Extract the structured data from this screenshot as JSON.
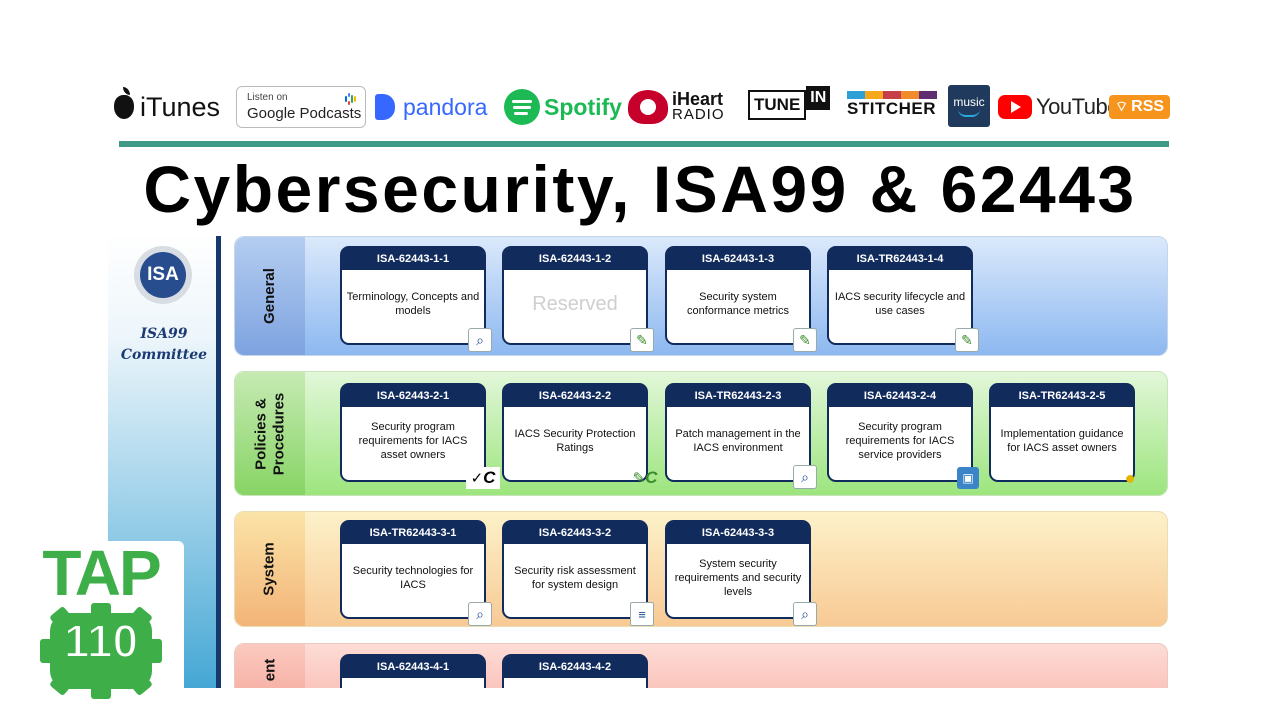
{
  "platforms": {
    "itunes": "iTunes",
    "google_small": "Listen on",
    "google_big": "Google Podcasts",
    "pandora": "pandora",
    "spotify": "Spotify",
    "iheart_top": "iHeart",
    "iheart_bottom": "RADIO",
    "tunein_a": "TUNE",
    "tunein_b": "IN",
    "stitcher": "STITCHER",
    "amazon": "music",
    "youtube": "YouTube",
    "rss": "RSS"
  },
  "colors": {
    "accent_rule": "#3e9985",
    "tap_green": "#3eae49",
    "card_navy": "#102b5c"
  },
  "headline": "Cybersecurity, ISA99 & 62443",
  "committee": {
    "logo": "ISA",
    "line1": "ISA99",
    "line2": "Committee"
  },
  "bands": {
    "general": {
      "label": "General",
      "cards": [
        {
          "id": "ISA-62443-1-1",
          "text": "Terminology, Concepts and models",
          "icon": "magnify-doc-icon"
        },
        {
          "id": "ISA-62443-1-2",
          "text": "Reserved",
          "icon": "pencil-doc-icon"
        },
        {
          "id": "ISA-62443-1-3",
          "text": "Security system conformance metrics",
          "icon": "pencil-doc-icon"
        },
        {
          "id": "ISA-TR62443-1-4",
          "text": "IACS security lifecycle and use cases",
          "icon": "pencil-doc-icon"
        }
      ]
    },
    "policies": {
      "label_1": "Policies &",
      "label_2": "Procedures",
      "cards": [
        {
          "id": "ISA-62443-2-1",
          "text": "Security program requirements for IACS asset owners",
          "icon": "check-c-icon",
          "suffix": "C"
        },
        {
          "id": "ISA-62443-2-2",
          "text": "IACS Security Protection Ratings",
          "icon": "pencil-c-icon",
          "suffix": "C"
        },
        {
          "id": "ISA-TR62443-2-3",
          "text": "Patch management in the IACS environment",
          "icon": "magnify-doc-icon"
        },
        {
          "id": "ISA-62443-2-4",
          "text": "Security program requirements for IACS service providers",
          "icon": "cube-icon"
        },
        {
          "id": "ISA-TR62443-2-5",
          "text": "Implementation guidance for IACS asset owners",
          "icon": "lightbulb-icon"
        }
      ]
    },
    "system": {
      "label": "System",
      "cards": [
        {
          "id": "ISA-TR62443-3-1",
          "text": "Security technologies for IACS",
          "icon": "magnify-doc-icon"
        },
        {
          "id": "ISA-62443-3-2",
          "text": "Security risk assessment for system design",
          "icon": "document-icon"
        },
        {
          "id": "ISA-62443-3-3",
          "text": "System security requirements and security levels",
          "icon": "magnify-doc-icon"
        }
      ]
    },
    "component": {
      "label": "ent",
      "cards": [
        {
          "id": "ISA-62443-4-1"
        },
        {
          "id": "ISA-62443-4-2"
        }
      ]
    }
  },
  "tap": {
    "word": "TAP",
    "number": "110"
  }
}
